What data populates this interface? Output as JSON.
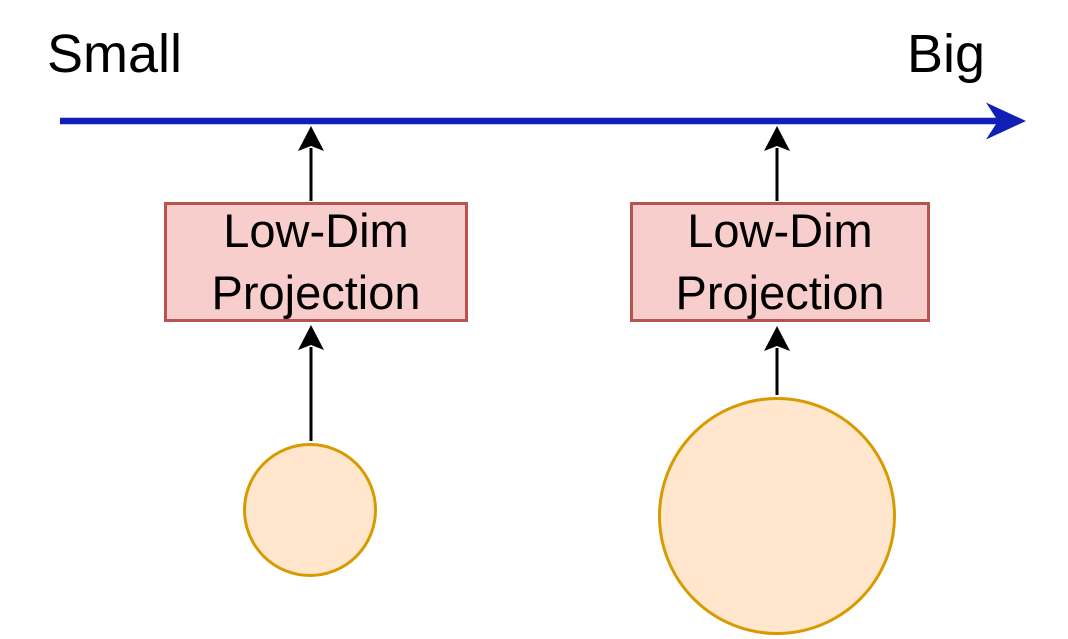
{
  "diagram": {
    "axis": {
      "start_label": "Small",
      "end_label": "Big"
    },
    "projection_boxes": [
      {
        "label": "Low-Dim Projection"
      },
      {
        "label": "Low-Dim Projection"
      }
    ],
    "datasets": [
      {
        "size": "small"
      },
      {
        "size": "big"
      }
    ]
  },
  "colors": {
    "axis_blue": "#101fb5",
    "box_fill": "#f8cecc",
    "box_stroke": "#b85450",
    "circle_fill": "#ffe6cc",
    "circle_stroke": "#d79b00",
    "ink": "#000000",
    "background": "#ffffff"
  }
}
